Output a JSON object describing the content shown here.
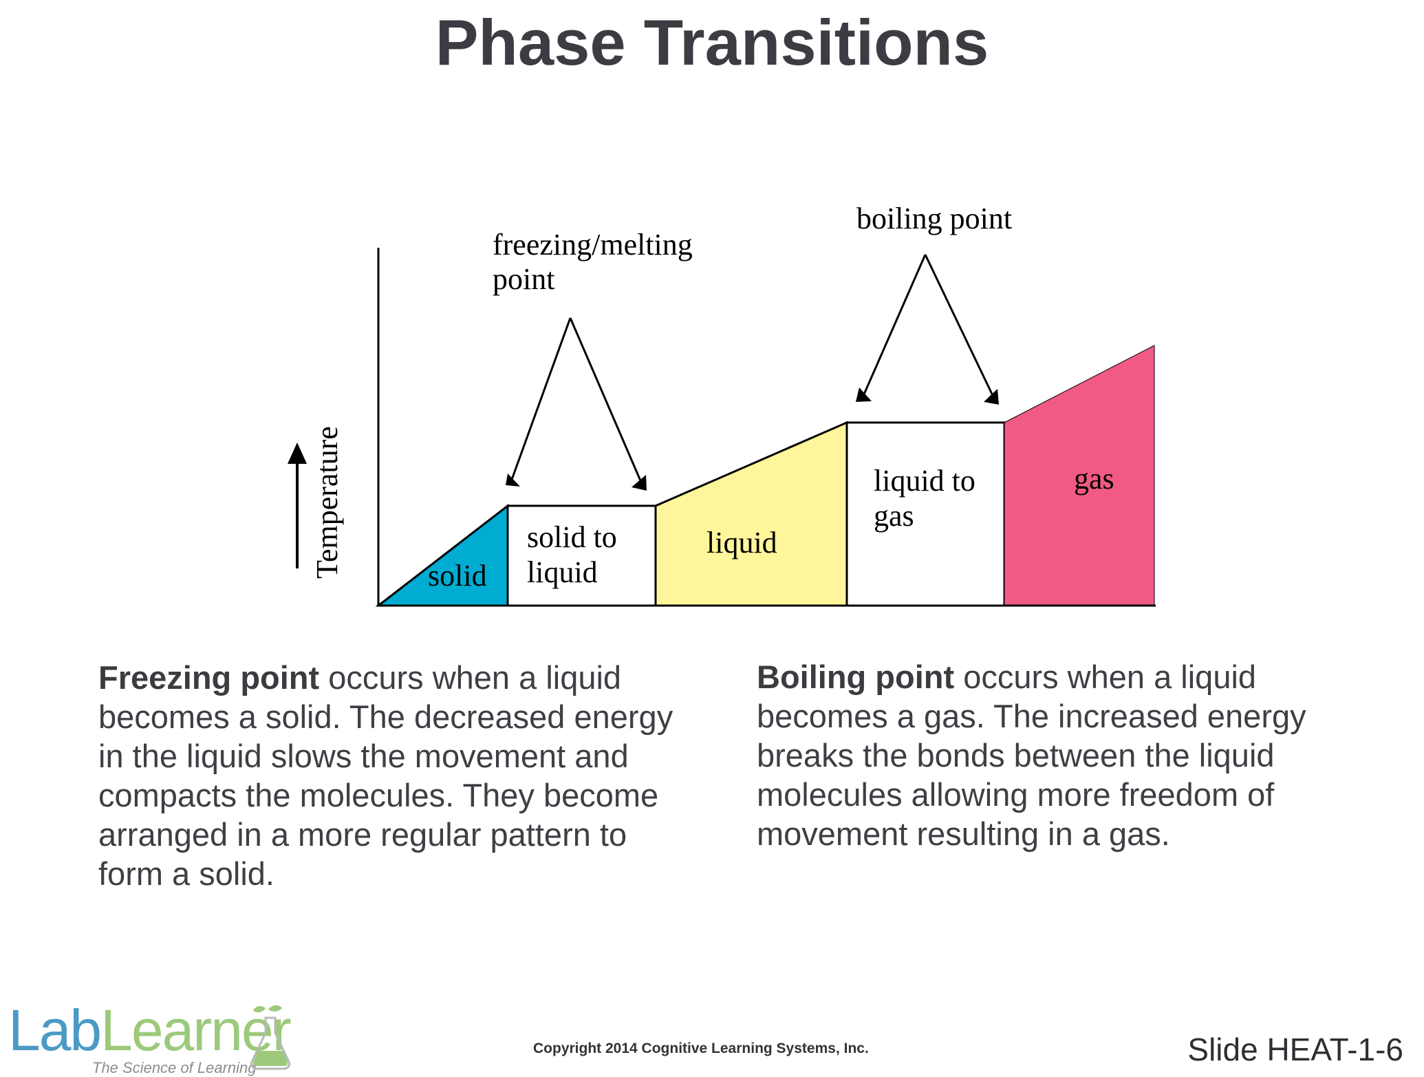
{
  "title": "Phase Transitions",
  "diagram": {
    "y_axis_label": "Temperature",
    "annotations": {
      "freezing_line1": "freezing/melting",
      "freezing_line2": "point",
      "boiling": "boiling point"
    },
    "segments": [
      {
        "id": "solid",
        "lines": [
          "solid"
        ],
        "color": "#00acd2"
      },
      {
        "id": "solid-to-liquid",
        "lines": [
          "solid to",
          "liquid"
        ],
        "color": "#ffffff"
      },
      {
        "id": "liquid",
        "lines": [
          "liquid"
        ],
        "color": "#fff59a"
      },
      {
        "id": "liquid-to-gas",
        "lines": [
          "liquid to",
          "gas"
        ],
        "color": "#ffffff"
      },
      {
        "id": "gas",
        "lines": [
          "gas"
        ],
        "color": "#f15a82"
      }
    ]
  },
  "freezing": {
    "term": "Freezing point",
    "text": " occurs when a liquid becomes a solid. The decreased energy in the liquid slows the movement and compacts the molecules. They become arranged in a more regular pattern to form a solid."
  },
  "boiling": {
    "term": "Boiling point",
    "text": " occurs when a liquid becomes a gas. The increased energy breaks the bonds between the liquid molecules allowing more freedom of movement resulting in a gas."
  },
  "footer": {
    "copyright": "Copyright 2014 Cognitive Learning Systems, Inc.",
    "slide": "Slide HEAT-1-6"
  },
  "logo": {
    "part1": "Lab",
    "part2": "Learner",
    "tagline": "The Science of Learning"
  }
}
